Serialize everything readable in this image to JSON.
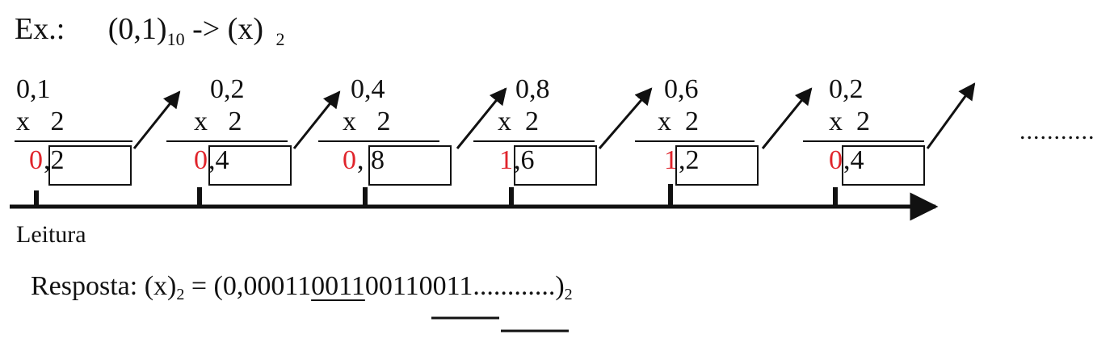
{
  "title": {
    "label": "Ex.:",
    "open": "(0,1)",
    "base_from": "10",
    "arrow": " -> (x) ",
    "base_to": "2"
  },
  "steps": [
    {
      "multiplicand": "0,1",
      "op": "x   2",
      "digit": "0",
      "fraction": ",2"
    },
    {
      "multiplicand": "0,2",
      "op": "x   2",
      "digit": "0",
      "fraction": ",4"
    },
    {
      "multiplicand": "0,4",
      "op": "x   2",
      "digit": "0",
      "fraction": ", 8"
    },
    {
      "multiplicand": "0,8",
      "op": "x  2",
      "digit": "1",
      "fraction": ",6"
    },
    {
      "multiplicand": "0,6",
      "op": "x  2",
      "digit": "1",
      "fraction": ",2"
    },
    {
      "multiplicand": "0,2",
      "op": "x  2",
      "digit": "0",
      "fraction": ",4"
    }
  ],
  "continuation": "...........",
  "timeline_label": "Leitura",
  "answer": {
    "prefix": "Resposta: (x)",
    "sub1": "2",
    "equals": " = (0,00011",
    "group1": "0011",
    "group2": "0011",
    "rest": "0011............)",
    "sub2": "2"
  },
  "colors": {
    "digit": "#e0242b",
    "ink": "#111111"
  }
}
